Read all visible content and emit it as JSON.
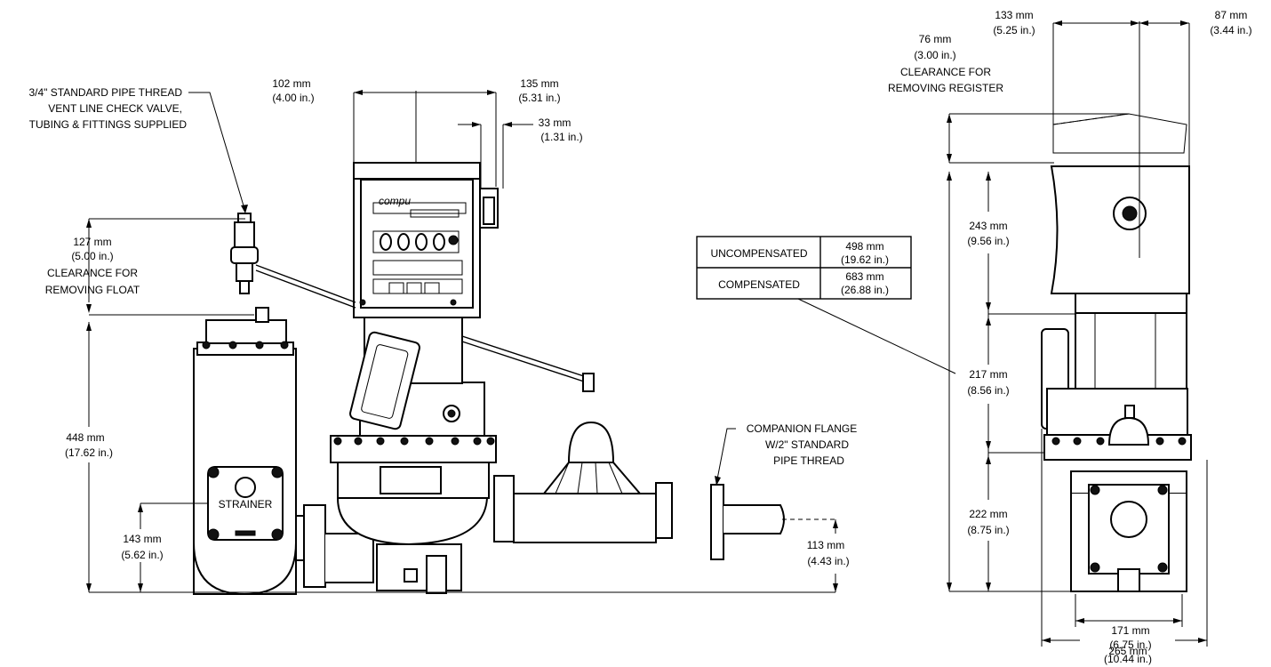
{
  "callouts": {
    "vent_line": [
      "3/4\" STANDARD PIPE THREAD",
      "VENT LINE CHECK VALVE,",
      "TUBING & FITTINGS SUPPLIED"
    ],
    "float_clearance": [
      "127 mm",
      "(5.00 in.)",
      "CLEARANCE FOR",
      "REMOVING FLOAT"
    ],
    "register_clearance": [
      "76 mm",
      "(3.00 in.)",
      "CLEARANCE FOR",
      "REMOVING REGISTER"
    ],
    "companion_flange": [
      "COMPANION FLANGE",
      "W/2\" STANDARD",
      "PIPE THREAD"
    ],
    "strainer": "STRAINER"
  },
  "dimensions": {
    "d102": [
      "102 mm",
      "(4.00 in.)"
    ],
    "d135": [
      "135 mm",
      "(5.31 in.)"
    ],
    "d33": [
      "33 mm",
      "(1.31 in.)"
    ],
    "d448": [
      "448 mm",
      "(17.62 in.)"
    ],
    "d143": [
      "143 mm",
      "(5.62 in.)"
    ],
    "d113": [
      "113 mm",
      "(4.43 in.)"
    ],
    "d133": [
      "133 mm",
      "(5.25 in.)"
    ],
    "d87": [
      "87 mm",
      "(3.44 in.)"
    ],
    "d243": [
      "243 mm",
      "(9.56 in.)"
    ],
    "d217": [
      "217 mm",
      "(8.56 in.)"
    ],
    "d222": [
      "222 mm",
      "(8.75 in.)"
    ],
    "d171": [
      "171  mm",
      "(6.75 in.)"
    ],
    "d265": [
      "265 mm",
      "(10.44 in.)"
    ]
  },
  "height_table": {
    "rows": [
      {
        "label": "UNCOMPENSATED",
        "mm": "498 mm",
        "in": "(19.62 in.)"
      },
      {
        "label": "COMPENSATED",
        "mm": "683 mm",
        "in": "(26.88 in.)"
      }
    ]
  },
  "register_digits": [
    "0",
    "0",
    "0",
    "0"
  ]
}
